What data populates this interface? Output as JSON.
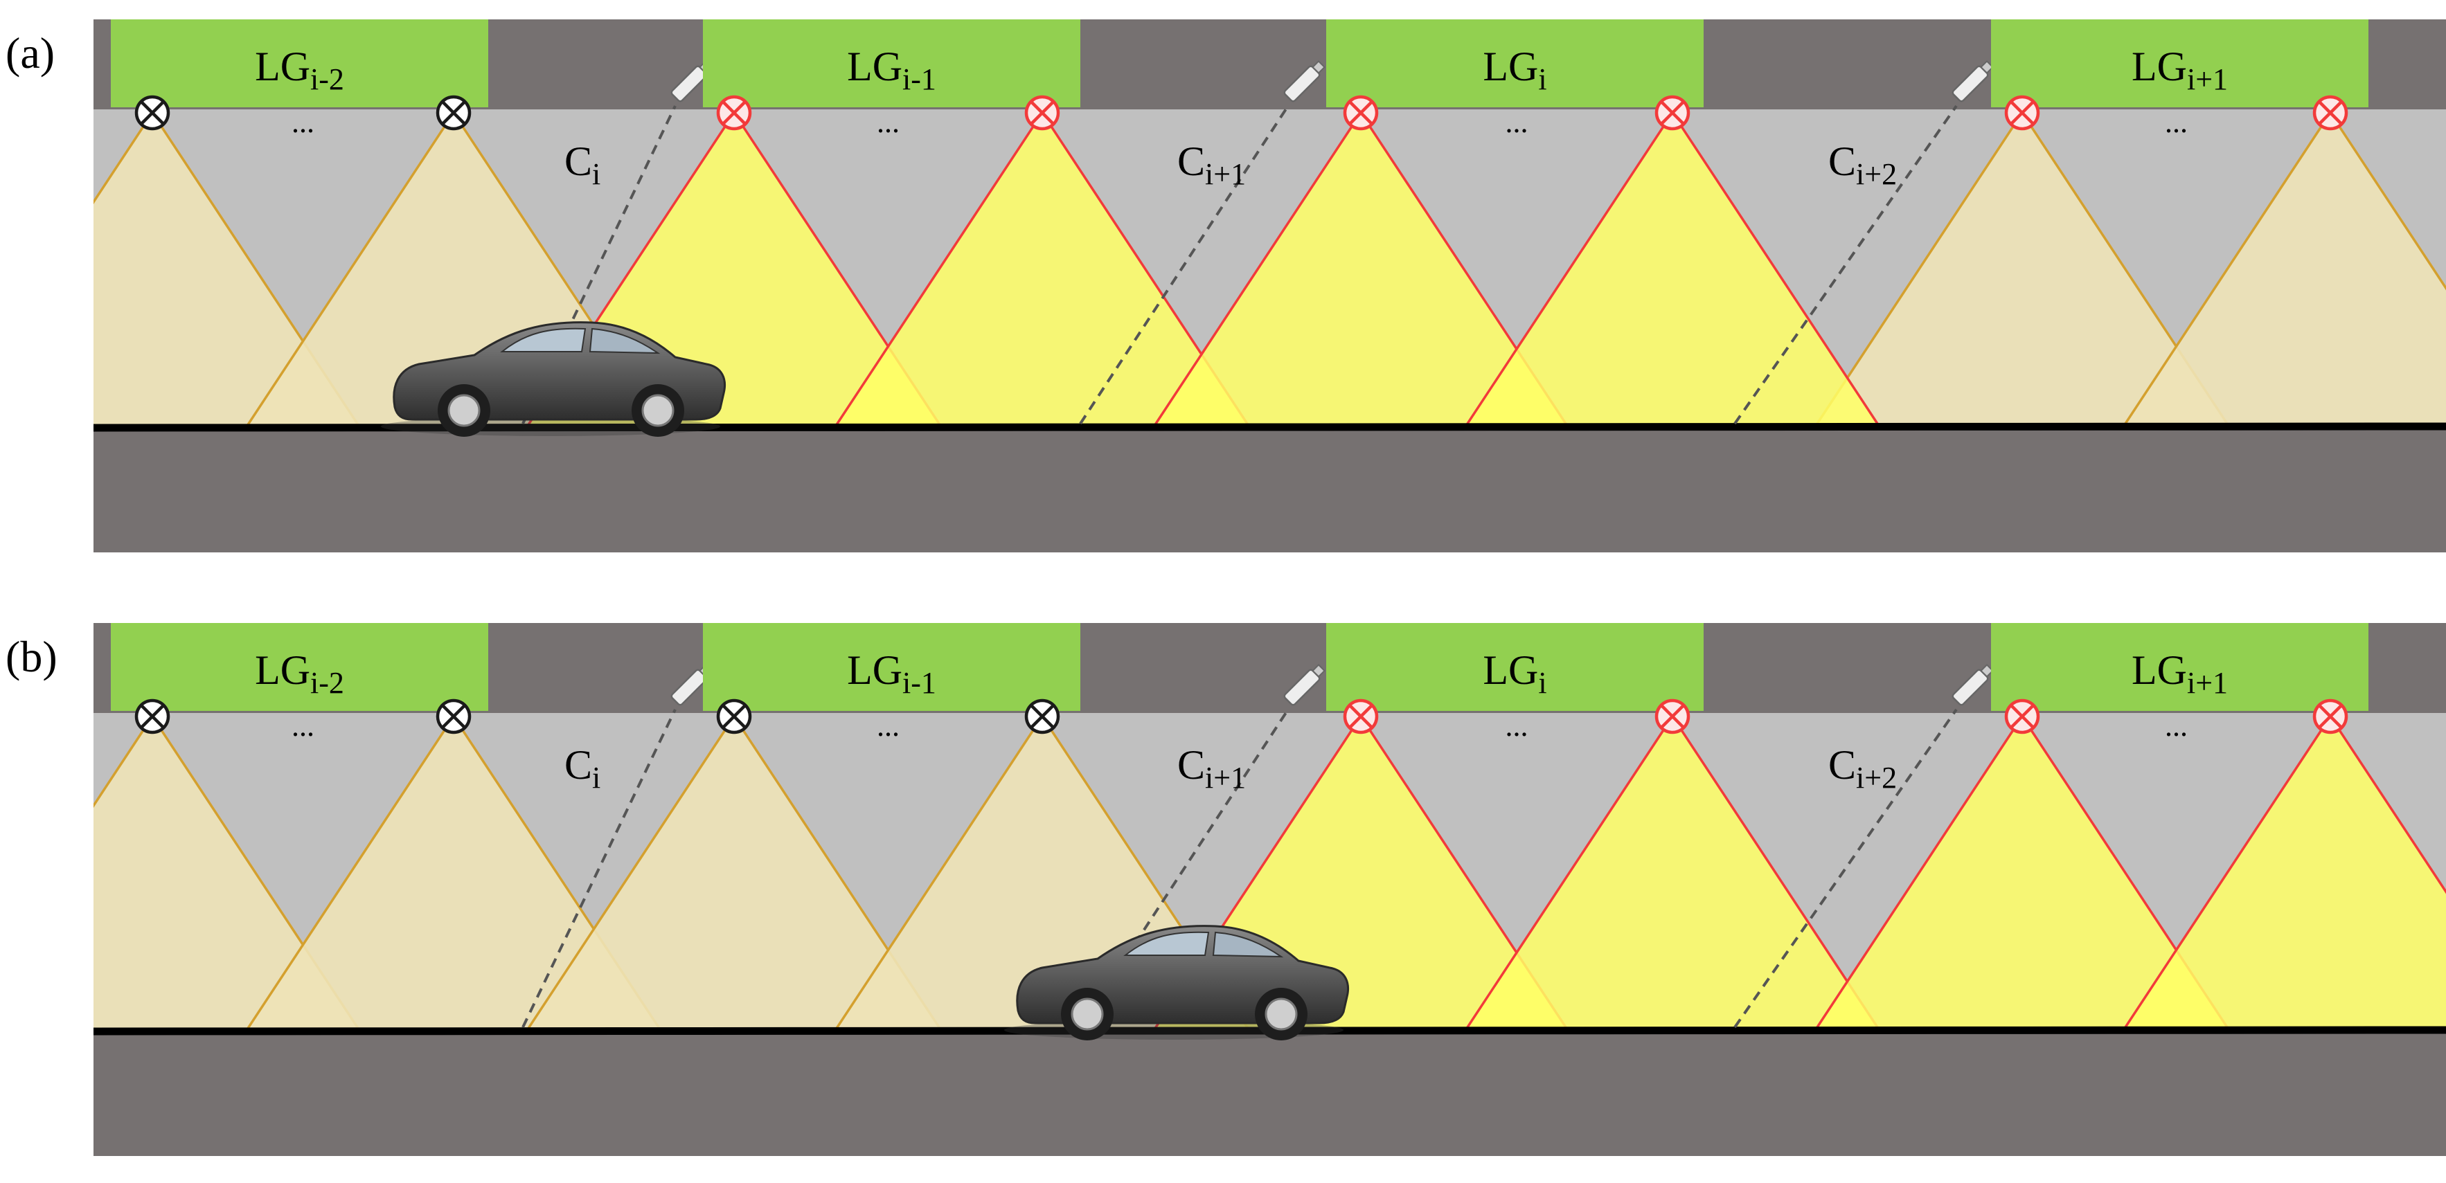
{
  "colors": {
    "background": "#ffffff",
    "ceiling": "#767171",
    "tunnel_gray": "#c0c0c0",
    "road": "#767171",
    "road_line": "#000000",
    "group_box": "#92d050",
    "lit_fill": "#ffff66",
    "lit_edge": "#f23a3a",
    "dim_fill": "#eee3b7",
    "dim_edge": "#d4a02e",
    "lamp_off": "#1a1a1a",
    "lamp_on": "#f23a3a",
    "camera_line": "#555555",
    "car_body": "#5b5b5b"
  },
  "panels": [
    {
      "id": "a",
      "tag": "(a)",
      "groups": [
        {
          "main": "LG",
          "sub": "i-2"
        },
        {
          "main": "LG",
          "sub": "i-1"
        },
        {
          "main": "LG",
          "sub": "i"
        },
        {
          "main": "LG",
          "sub": "i+1"
        }
      ],
      "ellipsis": [
        "...",
        "...",
        "...",
        "..."
      ],
      "cameras": [
        {
          "main": "C",
          "sub": "i"
        },
        {
          "main": "C",
          "sub": "i+1"
        },
        {
          "main": "C",
          "sub": "i+2"
        }
      ],
      "lamp_states": [
        "off",
        "off",
        "on",
        "on",
        "on",
        "on",
        "on",
        "on"
      ],
      "cone_states": [
        "dim",
        "dim",
        "lit",
        "lit",
        "lit",
        "lit",
        "dim",
        "dim"
      ]
    },
    {
      "id": "b",
      "tag": "(b)",
      "groups": [
        {
          "main": "LG",
          "sub": "i-2"
        },
        {
          "main": "LG",
          "sub": "i-1"
        },
        {
          "main": "LG",
          "sub": "i"
        },
        {
          "main": "LG",
          "sub": "i+1"
        }
      ],
      "ellipsis": [
        "...",
        "...",
        "...",
        "..."
      ],
      "cameras": [
        {
          "main": "C",
          "sub": "i"
        },
        {
          "main": "C",
          "sub": "i+1"
        },
        {
          "main": "C",
          "sub": "i+2"
        }
      ],
      "lamp_states": [
        "off",
        "off",
        "off",
        "off",
        "on",
        "on",
        "on",
        "on"
      ],
      "cone_states": [
        "dim",
        "dim",
        "dim",
        "dim",
        "lit",
        "lit",
        "lit",
        "lit"
      ]
    }
  ]
}
